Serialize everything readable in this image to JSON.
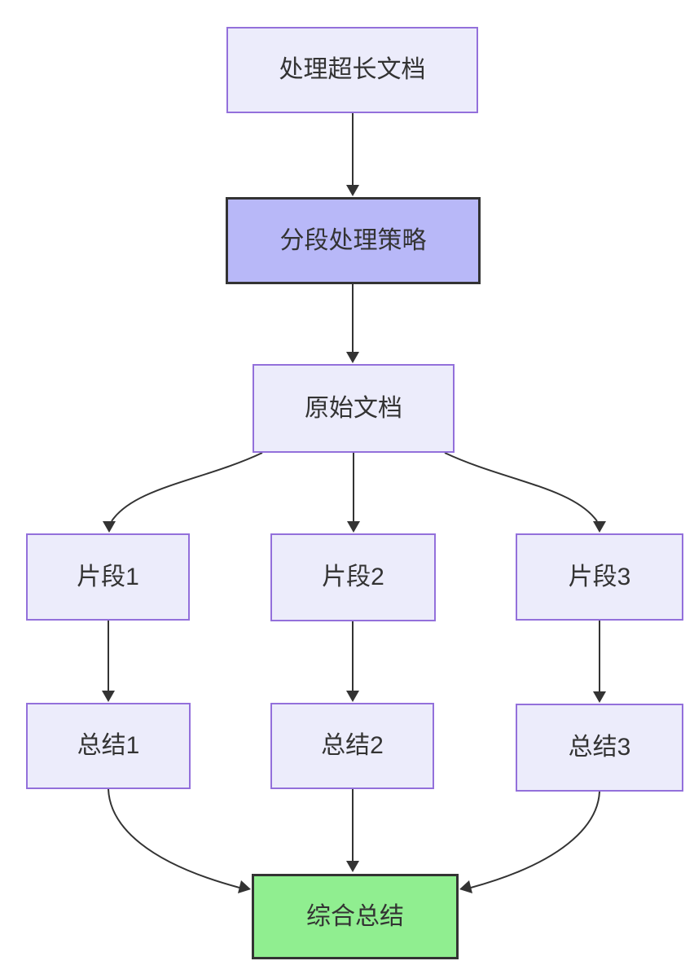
{
  "diagram": {
    "type": "flowchart",
    "direction": "top-down",
    "background": "#ffffff",
    "colors": {
      "default_node_fill": "#ECECFB",
      "default_node_border": "#9370DB",
      "strategy_node_fill": "#B8B8F8",
      "strategy_node_border": "#333333",
      "result_node_fill": "#90EE90",
      "result_node_border": "#333333",
      "edge_color": "#333333",
      "text_color": "#333333"
    },
    "nodes": [
      {
        "id": "A",
        "label": "处理超长文档",
        "style": "default"
      },
      {
        "id": "B",
        "label": "分段处理策略",
        "style": "strategy"
      },
      {
        "id": "C",
        "label": "原始文档",
        "style": "default"
      },
      {
        "id": "D1",
        "label": "片段1",
        "style": "default"
      },
      {
        "id": "D2",
        "label": "片段2",
        "style": "default"
      },
      {
        "id": "D3",
        "label": "片段3",
        "style": "default"
      },
      {
        "id": "E1",
        "label": "总结1",
        "style": "default"
      },
      {
        "id": "E2",
        "label": "总结2",
        "style": "default"
      },
      {
        "id": "E3",
        "label": "总结3",
        "style": "default"
      },
      {
        "id": "F",
        "label": "综合总结",
        "style": "result"
      }
    ],
    "edges": [
      {
        "from": "A",
        "to": "B"
      },
      {
        "from": "B",
        "to": "C"
      },
      {
        "from": "C",
        "to": "D1"
      },
      {
        "from": "C",
        "to": "D2"
      },
      {
        "from": "C",
        "to": "D3"
      },
      {
        "from": "D1",
        "to": "E1"
      },
      {
        "from": "D2",
        "to": "E2"
      },
      {
        "from": "D3",
        "to": "E3"
      },
      {
        "from": "E1",
        "to": "F"
      },
      {
        "from": "E2",
        "to": "F"
      },
      {
        "from": "E3",
        "to": "F"
      }
    ]
  }
}
